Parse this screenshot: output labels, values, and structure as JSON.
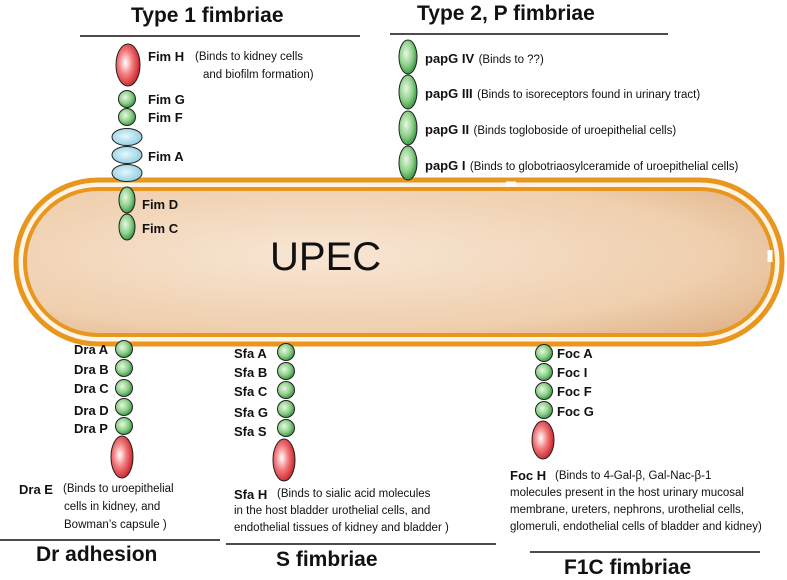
{
  "cell_label": "UPEC",
  "type1": {
    "title": "Type 1 fimbriae",
    "fimH": "Fim H",
    "fimH_desc_1": "(Binds to kidney cells",
    "fimH_desc_2": "and biofilm formation)",
    "subunits": [
      "Fim G",
      "Fim F",
      "Fim A",
      "Fim D",
      "Fim C"
    ]
  },
  "type2": {
    "title": "Type 2, P fimbriae",
    "items": [
      {
        "name": "papG IV",
        "desc": "(Binds to ??)"
      },
      {
        "name": "papG III",
        "desc": "(Binds to isoreceptors found in urinary tract)"
      },
      {
        "name": "papG II",
        "desc": "(Binds togloboside of uroepithelial cells)"
      },
      {
        "name": "papG I",
        "desc": "(Binds to globotriaosylceramide of uroepithelial cells)"
      }
    ]
  },
  "dr": {
    "title": "Dr adhesion",
    "subunits": [
      "Dra A",
      "Dra B",
      "Dra C",
      "Dra D",
      "Dra P"
    ],
    "tip": "Dra E",
    "desc_1": "(Binds to uroepithelial",
    "desc_2": "cells in kidney, and",
    "desc_3": "Bowman’s capsule )"
  },
  "s": {
    "title": "S fimbriae",
    "subunits": [
      "Sfa A",
      "Sfa B",
      "Sfa C",
      "Sfa G",
      "Sfa S"
    ],
    "tip": "Sfa H",
    "desc_1": "(Binds to sialic acid molecules",
    "desc_2": "in the host bladder urothelial cells, and",
    "desc_3": "endothelial tissues of kidney and bladder )"
  },
  "f1c": {
    "title": "F1C fimbriae",
    "subunits": [
      "Foc A",
      "Foc I",
      "Foc F",
      "Foc G"
    ],
    "tip": "Foc H",
    "desc_1": "(Binds to 4-Gal-β, Gal-Nac-β-1",
    "desc_2": "molecules present in the host urinary mucosal",
    "desc_3": "membrane, ureters, nephrons, urothelial cells,",
    "desc_4": "glomeruli, endothelial cells of bladder and kidney)"
  },
  "colors": {
    "cell_fill": "#f0d3b3",
    "cell_border": "#e8961e",
    "green": "#3fae4a",
    "red": "#e31e24",
    "blue": "#8fd3e6"
  }
}
